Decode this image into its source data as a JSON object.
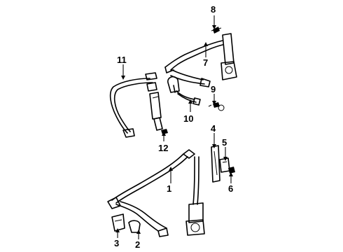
{
  "callouts": [
    "1",
    "2",
    "3",
    "4",
    "5",
    "6",
    "7",
    "8",
    "9",
    "10",
    "11",
    "12"
  ],
  "parts": [
    "rear-lap-belt-assembly",
    "belt-anchor-cover",
    "buckle-cover",
    "center-pillar-guide",
    "height-adjuster",
    "adjuster-bolt",
    "front-belt-assembly",
    "upper-anchor-cover",
    "anchor-bolt",
    "front-buckle-assembly",
    "rear-seat-belt-assembly",
    "rear-buckle-bolt"
  ]
}
